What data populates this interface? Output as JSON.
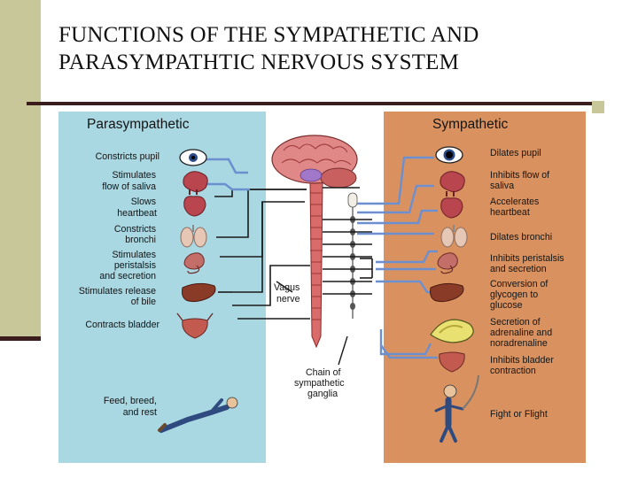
{
  "slide": {
    "title_line1": "FUNCTIONS OF THE SYMPATHETIC AND",
    "title_line2": "PARASYMPATHTIC NERVOUS SYSTEM"
  },
  "parasympathetic": {
    "heading": "Parasympathetic",
    "labels": [
      [
        "Constricts pupil"
      ],
      [
        "Stimulates",
        "flow of saliva"
      ],
      [
        "Slows",
        "heartbeat"
      ],
      [
        "Constricts",
        "bronchi"
      ],
      [
        "Stimulates",
        "peristalsis",
        "and secretion"
      ],
      [
        "Stimulates release",
        "of bile"
      ],
      [
        "Contracts bladder"
      ],
      [
        "Feed, breed,",
        "and rest"
      ]
    ],
    "vagus": [
      "Vagus",
      "nerve"
    ]
  },
  "sympathetic": {
    "heading": "Sympathetic",
    "labels": [
      [
        "Dilates pupil"
      ],
      [
        "Inhibits flow of",
        "saliva"
      ],
      [
        "Accelerates",
        "heartbeat"
      ],
      [
        "Dilates bronchi"
      ],
      [
        "Inhibits peristalsis",
        "and secretion"
      ],
      [
        "Conversion of",
        "glycogen to",
        "glucose"
      ],
      [
        "Secretion of",
        "adrenaline and",
        "noradrenaline"
      ],
      [
        "Inhibits bladder",
        "contraction"
      ],
      [
        "Fight or Flight"
      ]
    ],
    "chain": [
      "Chain of",
      "sympathetic",
      "ganglia"
    ]
  },
  "colors": {
    "parasympathetic_panel": "#a9d7e2",
    "sympathetic_panel": "#d9925f",
    "slide_accent": "#c8c79a",
    "rule": "#3b1d1d",
    "sympathetic_nerve": "#6c8fcf",
    "parasympathetic_nerve": "#1a1a1a"
  }
}
